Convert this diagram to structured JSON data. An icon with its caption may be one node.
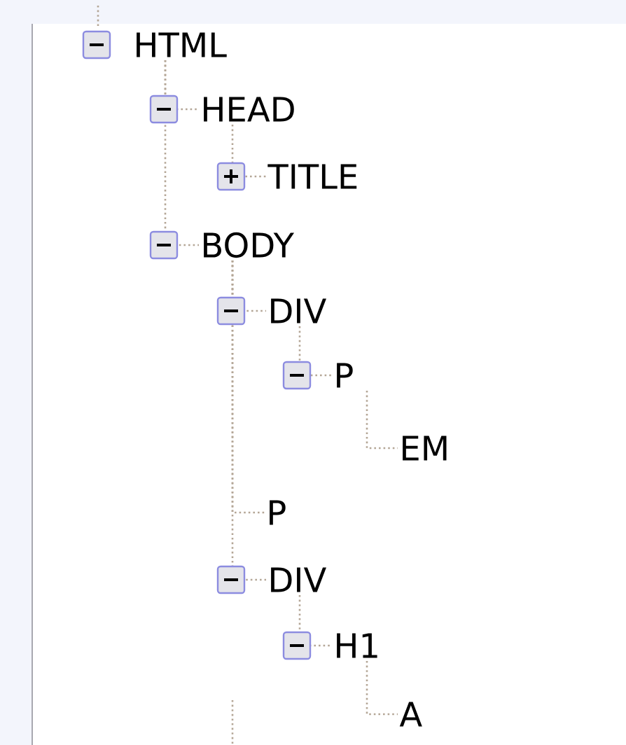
{
  "diagram": {
    "nodes": [
      {
        "text": [
          "HTML"
        ]
      },
      {
        "text": [
          "HEAD"
        ]
      },
      {
        "text": [
          "TITLE"
        ]
      },
      {
        "text": [
          "BODY"
        ]
      },
      {
        "text": [
          "DIV"
        ]
      },
      {
        "text": [
          "P"
        ]
      },
      {
        "text": [
          "EM"
        ]
      },
      {
        "text": [
          "P"
        ]
      },
      {
        "text": [
          "DIV"
        ]
      },
      {
        "text": [
          "H1"
        ]
      },
      {
        "text": [
          "A"
        ]
      }
    ],
    "edges": [
      {
        "from": 0,
        "to": 1,
        "arrow": "none"
      },
      {
        "from": 1,
        "to": 2,
        "arrow": "none"
      },
      {
        "from": 0,
        "to": 3,
        "arrow": "none"
      },
      {
        "from": 3,
        "to": 4,
        "arrow": "none"
      },
      {
        "from": 4,
        "to": 5,
        "arrow": "none"
      },
      {
        "from": 5,
        "to": 6,
        "arrow": "none"
      },
      {
        "from": 3,
        "to": 7,
        "arrow": "none"
      },
      {
        "from": 3,
        "to": 8,
        "arrow": "none"
      },
      {
        "from": 8,
        "to": 9,
        "arrow": "none"
      },
      {
        "from": 9,
        "to": 10,
        "arrow": "none"
      }
    ]
  }
}
